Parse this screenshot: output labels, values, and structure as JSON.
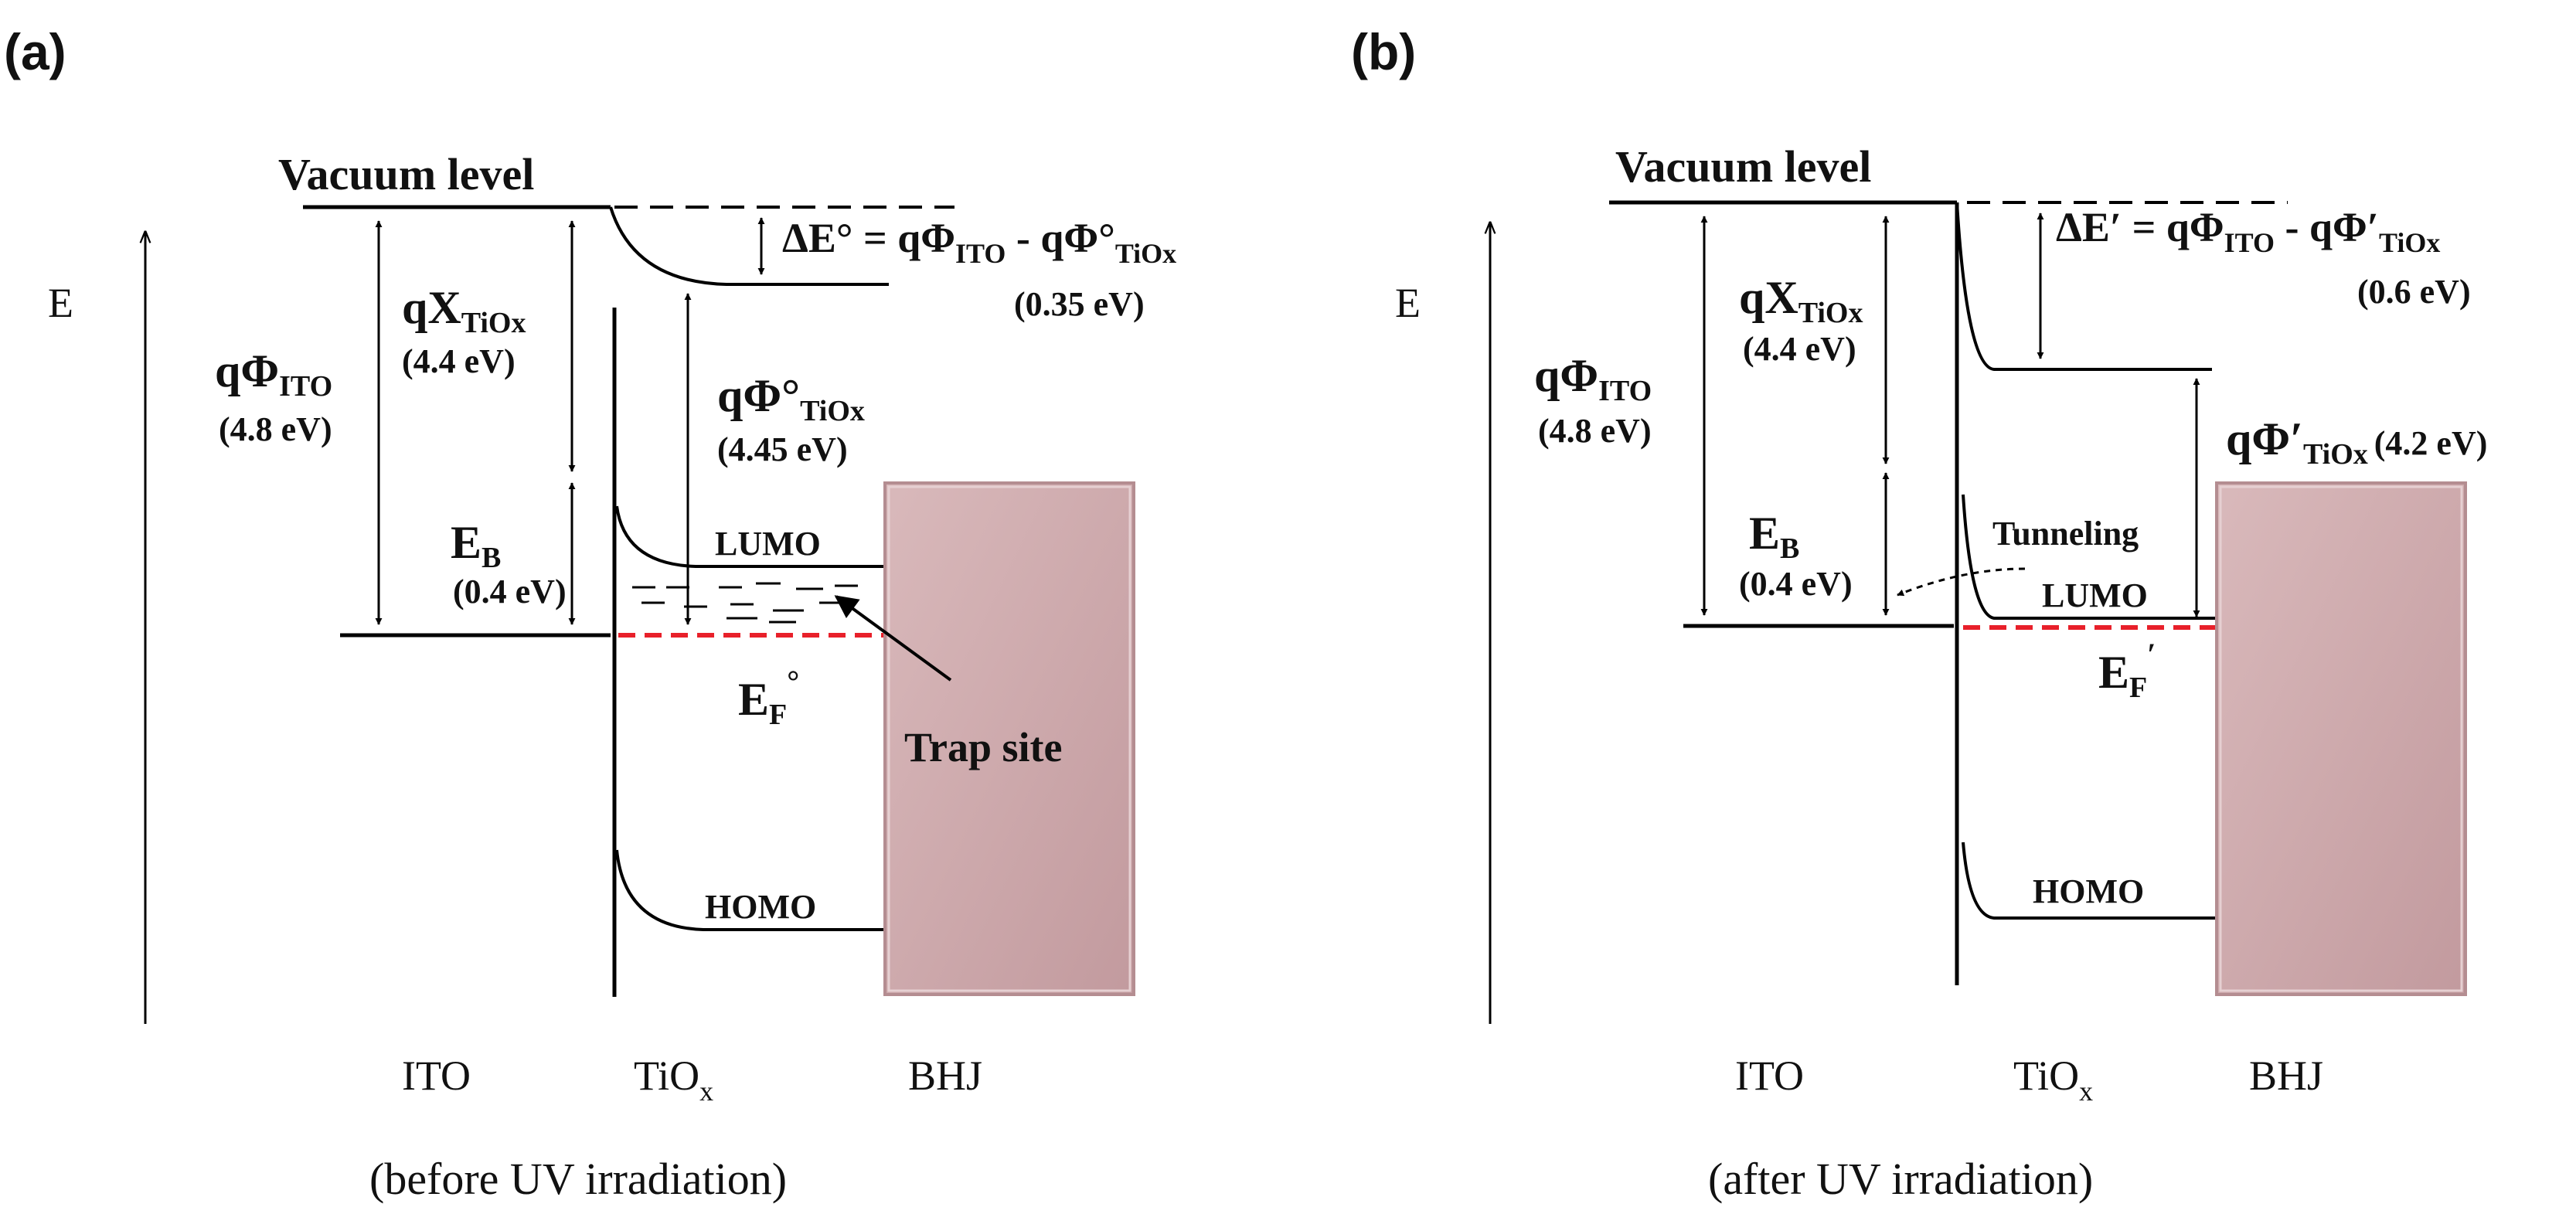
{
  "panels": [
    {
      "label": "(a)",
      "axis": "E",
      "vacuum": "Vacuum level",
      "eq_delta": "ΔE°",
      "eq_rest": " = qΦ",
      "eq_sub1": "ITO",
      "eq_mid": " - qΦ°",
      "eq_sub2": "TiOx",
      "delta_val": "(0.35 eV)",
      "qchi": "qX",
      "qchi_sub": "TiOx",
      "qchi_val": "(4.4 eV)",
      "qphi_ito": "qΦ",
      "qphi_ito_sub": "ITO",
      "qphi_ito_val": "(4.8 eV)",
      "qphi_tiox": "qΦ°",
      "qphi_tiox_sub": "TiOx",
      "qphi_tiox_val": "(4.45 eV)",
      "eb": "E",
      "eb_sub": "B",
      "eb_val": "(0.4 eV)",
      "lumo": "LUMO",
      "homo": "HOMO",
      "ef": "E",
      "ef_sub": "F",
      "ef_sup": "°",
      "trap": "Trap site",
      "mat_ito": "ITO",
      "mat_tiox": "TiO",
      "mat_tiox_sub": "x",
      "mat_bhj": "BHJ",
      "caption": "(before UV irradiation)"
    },
    {
      "label": "(b)",
      "axis": "E",
      "vacuum": "Vacuum level",
      "eq_delta": "ΔE′",
      "eq_rest": " = qΦ",
      "eq_sub1": "ITO",
      "eq_mid": " - qΦ′",
      "eq_sub2": "TiOx",
      "delta_val": "(0.6 eV)",
      "qchi": "qX",
      "qchi_sub": "TiOx",
      "qchi_val": "(4.4 eV)",
      "qphi_ito": "qΦ",
      "qphi_ito_sub": "ITO",
      "qphi_ito_val": "(4.8 eV)",
      "qphi_tiox": "qΦ′",
      "qphi_tiox_sub": "TiOx",
      "qphi_tiox_val": "(4.2 eV)",
      "eb": "E",
      "eb_sub": "B",
      "eb_val": "(0.4 eV)",
      "tunneling": "Tunneling",
      "lumo": "LUMO",
      "homo": "HOMO",
      "ef": "E",
      "ef_sub": "F",
      "ef_sup": "′",
      "mat_ito": "ITO",
      "mat_tiox": "TiO",
      "mat_tiox_sub": "x",
      "mat_bhj": "BHJ",
      "caption": "(after UV irradiation)"
    }
  ],
  "colors": {
    "bhj_fill": "#c9a4a7",
    "bhj_edge": "#b48d91",
    "fermi_dash": "#e8202a",
    "line": "#000000"
  }
}
